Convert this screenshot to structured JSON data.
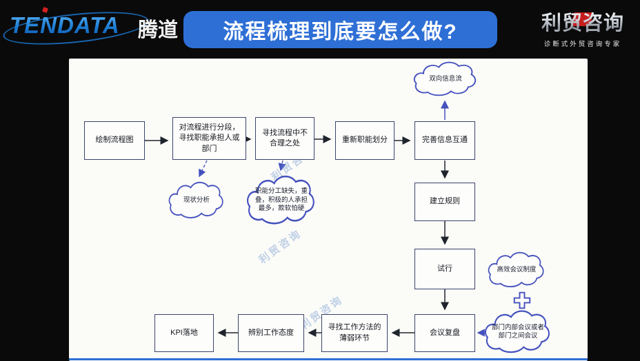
{
  "header": {
    "brand": {
      "name": "TENDATA",
      "cn": "腾道"
    },
    "title": "流程梳理到底要怎么做?",
    "right_logo": {
      "name": "利贸咨询",
      "tagline": "诊断式外贸咨询专家"
    }
  },
  "flowchart": {
    "nodes": [
      {
        "label": "绘制流程图"
      },
      {
        "label": "对流程进行分段，寻找职能承担人或部门"
      },
      {
        "label": "寻找流程中不合理之处"
      },
      {
        "label": "重新职能划分"
      },
      {
        "label": "完善信息互通"
      },
      {
        "label": "建立规则"
      },
      {
        "label": "试行"
      },
      {
        "label": "会议复盘"
      },
      {
        "label": "寻找工作方法的薄弱环节"
      },
      {
        "label": "辨别工作态度"
      },
      {
        "label": "KPI落地"
      }
    ],
    "clouds": [
      {
        "label": "双向信息流"
      },
      {
        "label": "现状分析"
      },
      {
        "label": "职能分工缺失，重叠，积极的人承担最多，欺软怕硬"
      },
      {
        "label": "高效会议制度"
      },
      {
        "label": "部门内部会议或者部门之间会议"
      }
    ],
    "plus_symbol": "+",
    "watermark": "利贸咨询"
  },
  "colors": {
    "title_bg": "#2e6fd6",
    "brand_blue": "#1e7fd6",
    "cloud_stroke": "#4451bd",
    "box_border": "#3a4368",
    "red_accent": "#c41e1e"
  }
}
